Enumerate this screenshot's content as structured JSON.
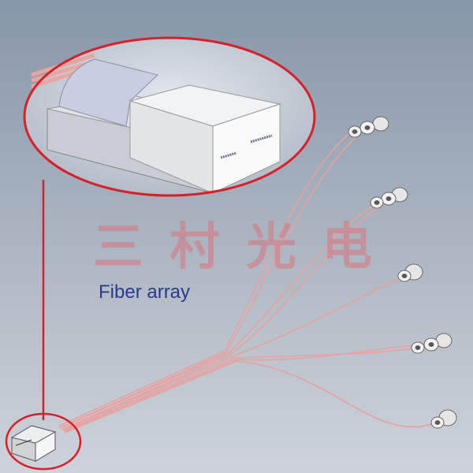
{
  "watermark": {
    "chars": [
      "三",
      "村",
      "光",
      "电"
    ]
  },
  "label": "Fiber array",
  "colors": {
    "highlight": "#d8202a",
    "fiber": "#e8a0a0",
    "label": "#2b3a8c"
  }
}
